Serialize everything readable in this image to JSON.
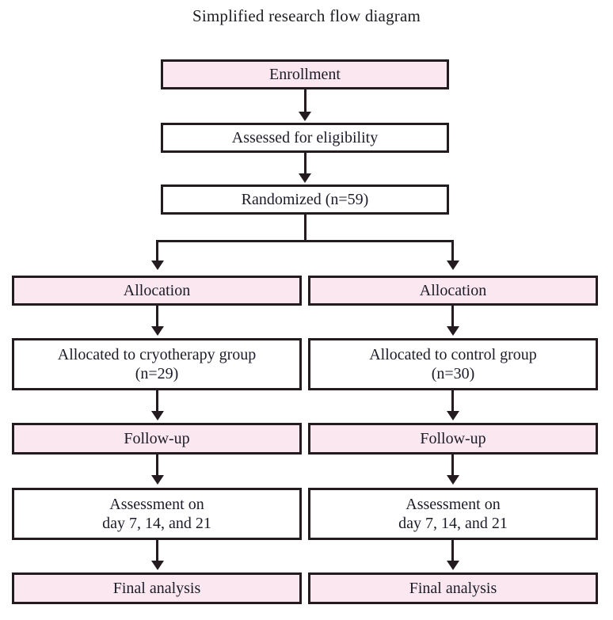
{
  "title": "Simplified research flow diagram",
  "colors": {
    "highlight_fill": "#fbe7ef",
    "box_fill": "#ffffff",
    "stroke": "#231b20",
    "text": "#1c1c28"
  },
  "nodes": {
    "enrollment": {
      "label": "Enrollment",
      "fill": "highlight"
    },
    "assessed": {
      "label": "Assessed for eligibility",
      "fill": "plain"
    },
    "randomized": {
      "label": "Randomized (n=59)",
      "fill": "plain"
    },
    "left": {
      "allocation_header": {
        "label": "Allocation",
        "fill": "highlight"
      },
      "allocated_line1": "Allocated to cryotherapy group",
      "allocated_line2": "(n=29)",
      "followup_header": {
        "label": "Follow-up",
        "fill": "highlight"
      },
      "assessment_line1": "Assessment on",
      "assessment_line2": "day 7, 14, and 21",
      "final_analysis": {
        "label": "Final analysis",
        "fill": "highlight"
      }
    },
    "right": {
      "allocation_header": {
        "label": "Allocation",
        "fill": "highlight"
      },
      "allocated_line1": "Allocated to control group",
      "allocated_line2": "(n=30)",
      "followup_header": {
        "label": "Follow-up",
        "fill": "highlight"
      },
      "assessment_line1": "Assessment on",
      "assessment_line2": "day 7, 14, and 21",
      "final_analysis": {
        "label": "Final analysis",
        "fill": "highlight"
      }
    }
  }
}
